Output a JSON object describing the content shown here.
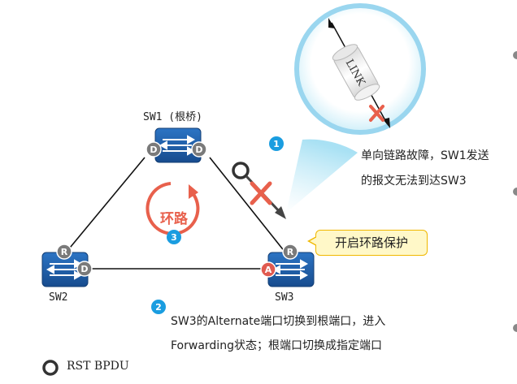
{
  "switches": {
    "sw1": {
      "name": "SW1 (根桥)",
      "ports": [
        "D",
        "D"
      ]
    },
    "sw2": {
      "name": "SW2",
      "ports": [
        "R",
        "D"
      ]
    },
    "sw3": {
      "name": "SW3",
      "ports": [
        "R",
        "A"
      ]
    }
  },
  "loop": {
    "label": "环路",
    "step": "3"
  },
  "steps": [
    {
      "number": "1",
      "lines": [
        "单向链路故障，SW1发送",
        "的报文无法到达SW3"
      ]
    },
    {
      "number": "2",
      "lines": [
        "SW3的Alternate端口切换到根端口，进入",
        "Forwarding状态；根端口切换成指定端口"
      ]
    }
  ],
  "callout": "开启环路保护",
  "magnifier_label": "LINK",
  "legend": {
    "label": "RST BPDU"
  },
  "colors": {
    "switch_blue": "#1f5fa8",
    "port_gray": "#7a7a7a",
    "alternate_port": "#e05a50",
    "cross_red": "#e8604c",
    "step_badge": "#1a9de0",
    "callout_border": "#f0b800"
  }
}
